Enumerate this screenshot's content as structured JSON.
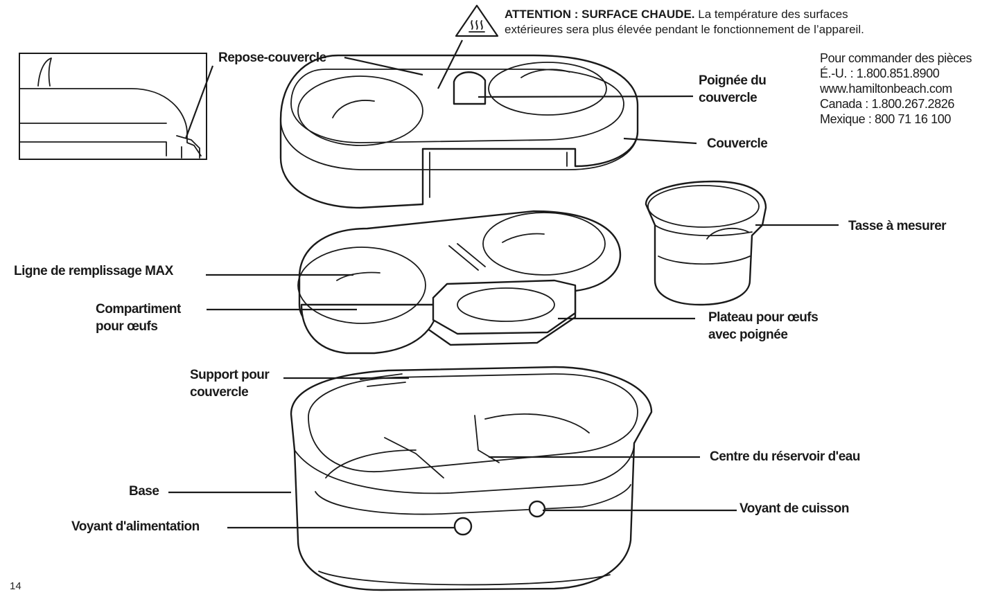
{
  "warning": {
    "title": "ATTENTION : SURFACE CHAUDE.",
    "text_line1": "La température des surfaces",
    "text_line2": "extérieures sera plus élevée pendant le fonctionnement de l’appareil."
  },
  "order_info": {
    "line1": "Pour commander des pièces",
    "line2": "É.-U. : 1.800.851.8900",
    "line3": "www.hamiltonbeach.com",
    "line4": "Canada : 1.800.267.2826",
    "line5": "Mexique : 800 71 16 100"
  },
  "labels": {
    "lid_rest": "Repose-couvercle",
    "lid_handle_1": "Poignée du",
    "lid_handle_2": "couvercle",
    "lid": "Couvercle",
    "measuring_cup": "Tasse à mesurer",
    "max_fill": "Ligne de remplissage MAX",
    "egg_compartment_1": "Compartiment",
    "egg_compartment_2": "pour œufs",
    "egg_tray_1": "Plateau pour œufs",
    "egg_tray_2": "avec poignée",
    "lid_support_1": "Support pour",
    "lid_support_2": "couvercle",
    "reservoir_center": "Centre du réservoir d'eau",
    "base": "Base",
    "cook_light": "Voyant de cuisson",
    "power_light": "Voyant d'alimentation"
  },
  "page_number": "14"
}
